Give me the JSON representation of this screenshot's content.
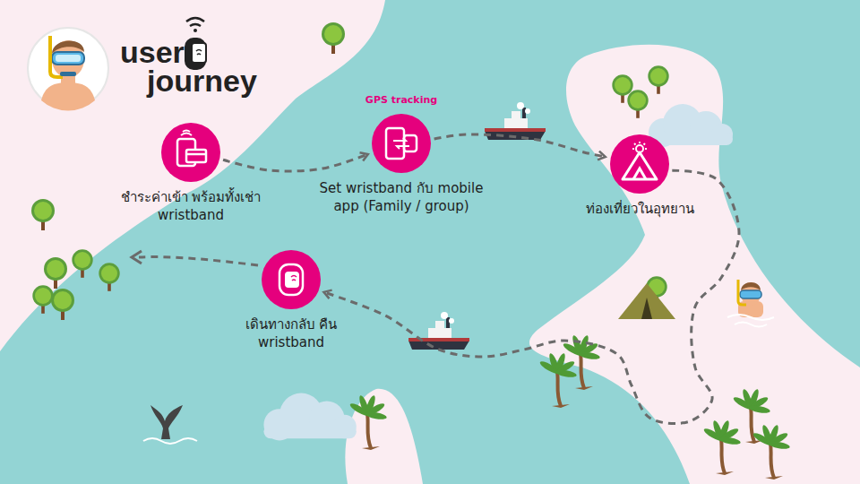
{
  "diagram": {
    "title": "user journey",
    "nodes": [
      {
        "text": [
          "ชำระค่าเข้า พร้อมทั้งเช่า wristband"
        ]
      },
      {
        "text": [
          "GPS tracking",
          "Set wristband กับ mobile app (Family / group)"
        ]
      },
      {
        "text": [
          "ท่องเที่ยวในอุทยาน"
        ]
      },
      {
        "text": [
          "เดินทางกลับ คืน wristband"
        ]
      }
    ],
    "edges": [
      {
        "from": 0,
        "to": 1,
        "arrow": "to"
      },
      {
        "from": 1,
        "to": 2,
        "arrow": "to"
      },
      {
        "from": 2,
        "to": 3,
        "arrow": "to"
      }
    ]
  }
}
